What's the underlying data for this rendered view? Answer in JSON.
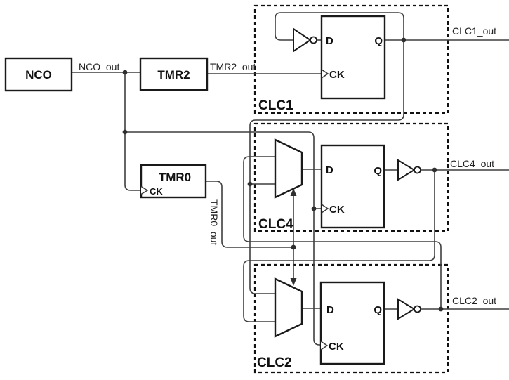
{
  "diagram": {
    "title": "NCO / TMR / CLC clock generation block diagram",
    "colors": {
      "background": "#ffffff",
      "wire": "#3f3f3f",
      "component_stroke": "#1a1a1a",
      "dashed_box_stroke": "#111111",
      "text": "#111111"
    },
    "blocks": {
      "nco": "NCO",
      "tmr2": "TMR2",
      "tmr0": "TMR0",
      "tmr0_ck": "CK"
    },
    "clc_boxes": {
      "clc1": "CLC1",
      "clc4": "CLC4",
      "clc2": "CLC2"
    },
    "flipflop_pins": {
      "d": "D",
      "q": "Q",
      "ck": "CK"
    },
    "signals": {
      "nco_out": "NCO_out",
      "tmr2_out": "TMR2_out",
      "tmr0_out": "TMR0_out",
      "clc1_out": "CLC1_out",
      "clc4_out": "CLC4_out",
      "clc2_out": "CLC2_out"
    }
  }
}
